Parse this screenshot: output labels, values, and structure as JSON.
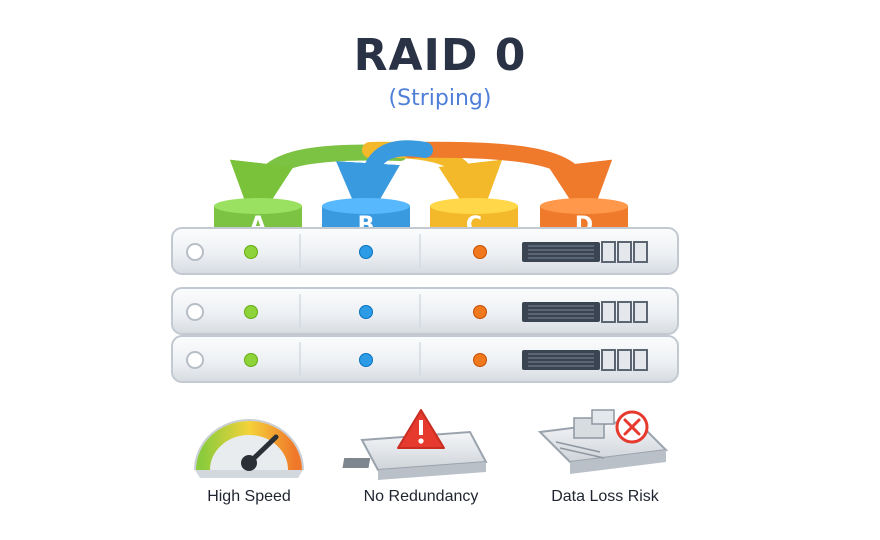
{
  "header": {
    "title": "RAID 0",
    "subtitle": "(Striping)"
  },
  "disks": [
    {
      "label": "A",
      "color": "#7cc243"
    },
    {
      "label": "B",
      "color": "#3a9ae0"
    },
    {
      "label": "C",
      "color": "#f4b92a"
    },
    {
      "label": "D",
      "color": "#f07a2c"
    }
  ],
  "led_colors": [
    "#8fd33b",
    "#2e9be6",
    "#f0781e"
  ],
  "server_units": 3,
  "features": [
    {
      "label": "High Speed",
      "icon": "speedometer-icon"
    },
    {
      "label": "No Redundancy",
      "icon": "warning-drive-icon"
    },
    {
      "label": "Data Loss Risk",
      "icon": "broken-drive-icon"
    }
  ],
  "colors": {
    "title": "#2a3346",
    "subtitle": "#4f7fd8",
    "warning": "#e63a2e"
  }
}
